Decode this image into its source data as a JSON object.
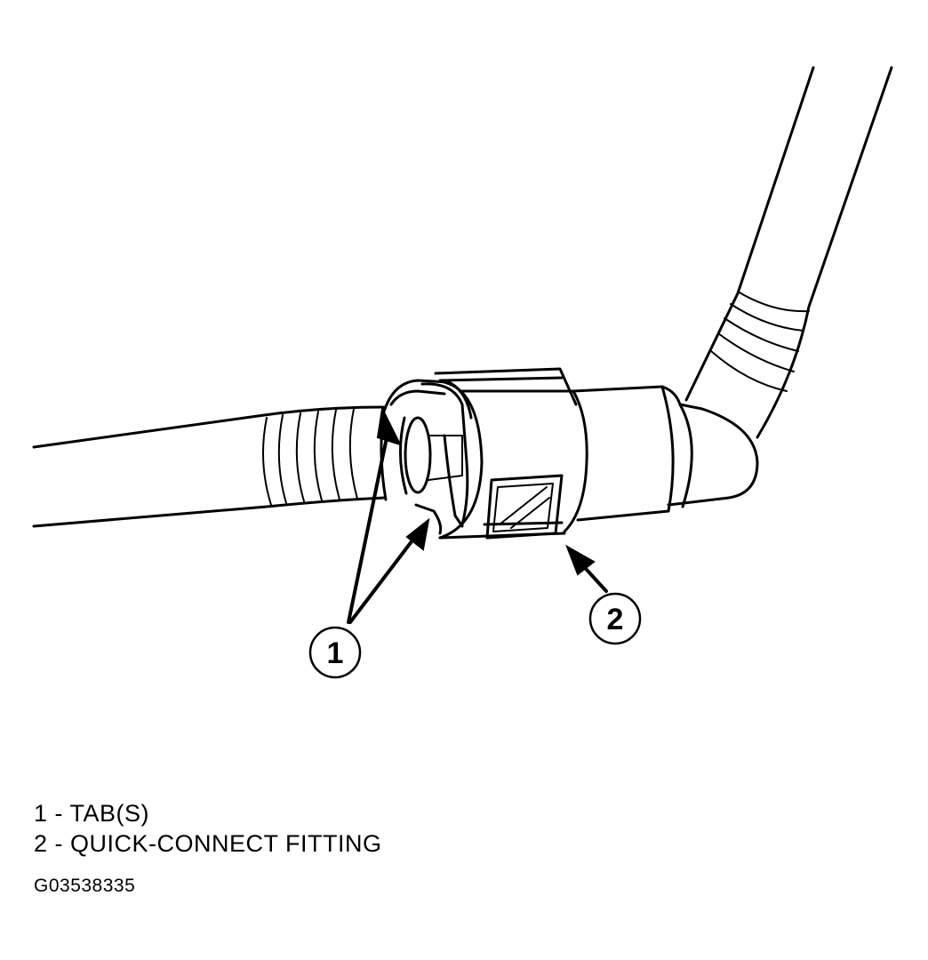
{
  "callouts": [
    {
      "number": "1"
    },
    {
      "number": "2"
    }
  ],
  "legend": {
    "items": [
      {
        "text": "1 - TAB(S)"
      },
      {
        "text": "2 - QUICK-CONNECT FITTING"
      }
    ]
  },
  "figure_id": "G03538335"
}
